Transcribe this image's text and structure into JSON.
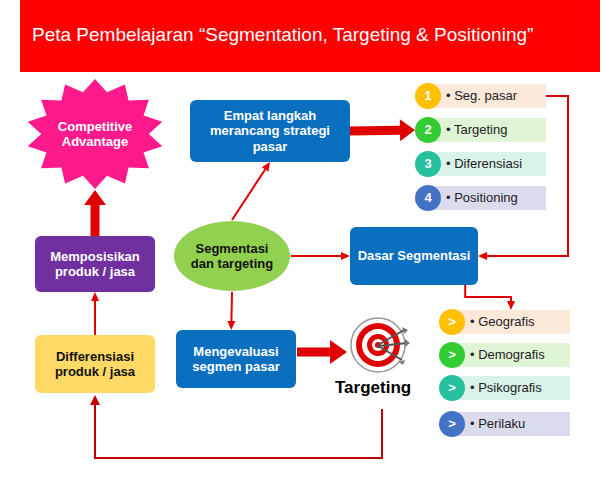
{
  "diagram": {
    "title": "Peta Pembelajaran “Segmentation, Targeting & Positioning”",
    "nodes": [
      {
        "text": [
          "Competitive Advantage"
        ]
      },
      {
        "text": [
          "Empat langkah merancang strategi pasar"
        ]
      },
      {
        "text": [
          "1"
        ]
      },
      {
        "text": [
          "• Seg. pasar"
        ]
      },
      {
        "text": [
          "2"
        ]
      },
      {
        "text": [
          "• Targeting"
        ]
      },
      {
        "text": [
          "3"
        ]
      },
      {
        "text": [
          "• Diferensiasi"
        ]
      },
      {
        "text": [
          "4"
        ]
      },
      {
        "text": [
          "• Positioning"
        ]
      },
      {
        "text": [
          "Memposisikan produk / jasa"
        ]
      },
      {
        "text": [
          "Segmentasi dan targeting"
        ]
      },
      {
        "text": [
          "Dasar Segmentasi"
        ]
      },
      {
        "text": [
          "Differensiasi produk / jasa"
        ]
      },
      {
        "text": [
          "Mengevaluasi segmen pasar"
        ]
      },
      {
        "text": [
          ">"
        ]
      },
      {
        "text": [
          "• Geografis"
        ]
      },
      {
        "text": [
          ">"
        ]
      },
      {
        "text": [
          "• Demografis"
        ]
      },
      {
        "text": [
          ">"
        ]
      },
      {
        "text": [
          "• Psikografis"
        ]
      },
      {
        "text": [
          ">"
        ]
      },
      {
        "text": [
          "• Perilaku"
        ]
      }
    ],
    "edges": [
      {
        "from": 11,
        "to": 1,
        "arrow": "to"
      },
      {
        "from": 1,
        "to": 4,
        "arrow": "to"
      },
      {
        "from": 3,
        "to": 12,
        "arrow": "to"
      },
      {
        "from": 11,
        "to": 12,
        "arrow": "to"
      },
      {
        "from": 12,
        "to": 16,
        "arrow": "to"
      },
      {
        "from": 11,
        "to": 14,
        "arrow": "to"
      },
      {
        "from": 13,
        "to": 10,
        "arrow": "to"
      },
      {
        "from": 10,
        "to": 0,
        "arrow": "to"
      }
    ],
    "labels": [
      "Targeting"
    ]
  }
}
